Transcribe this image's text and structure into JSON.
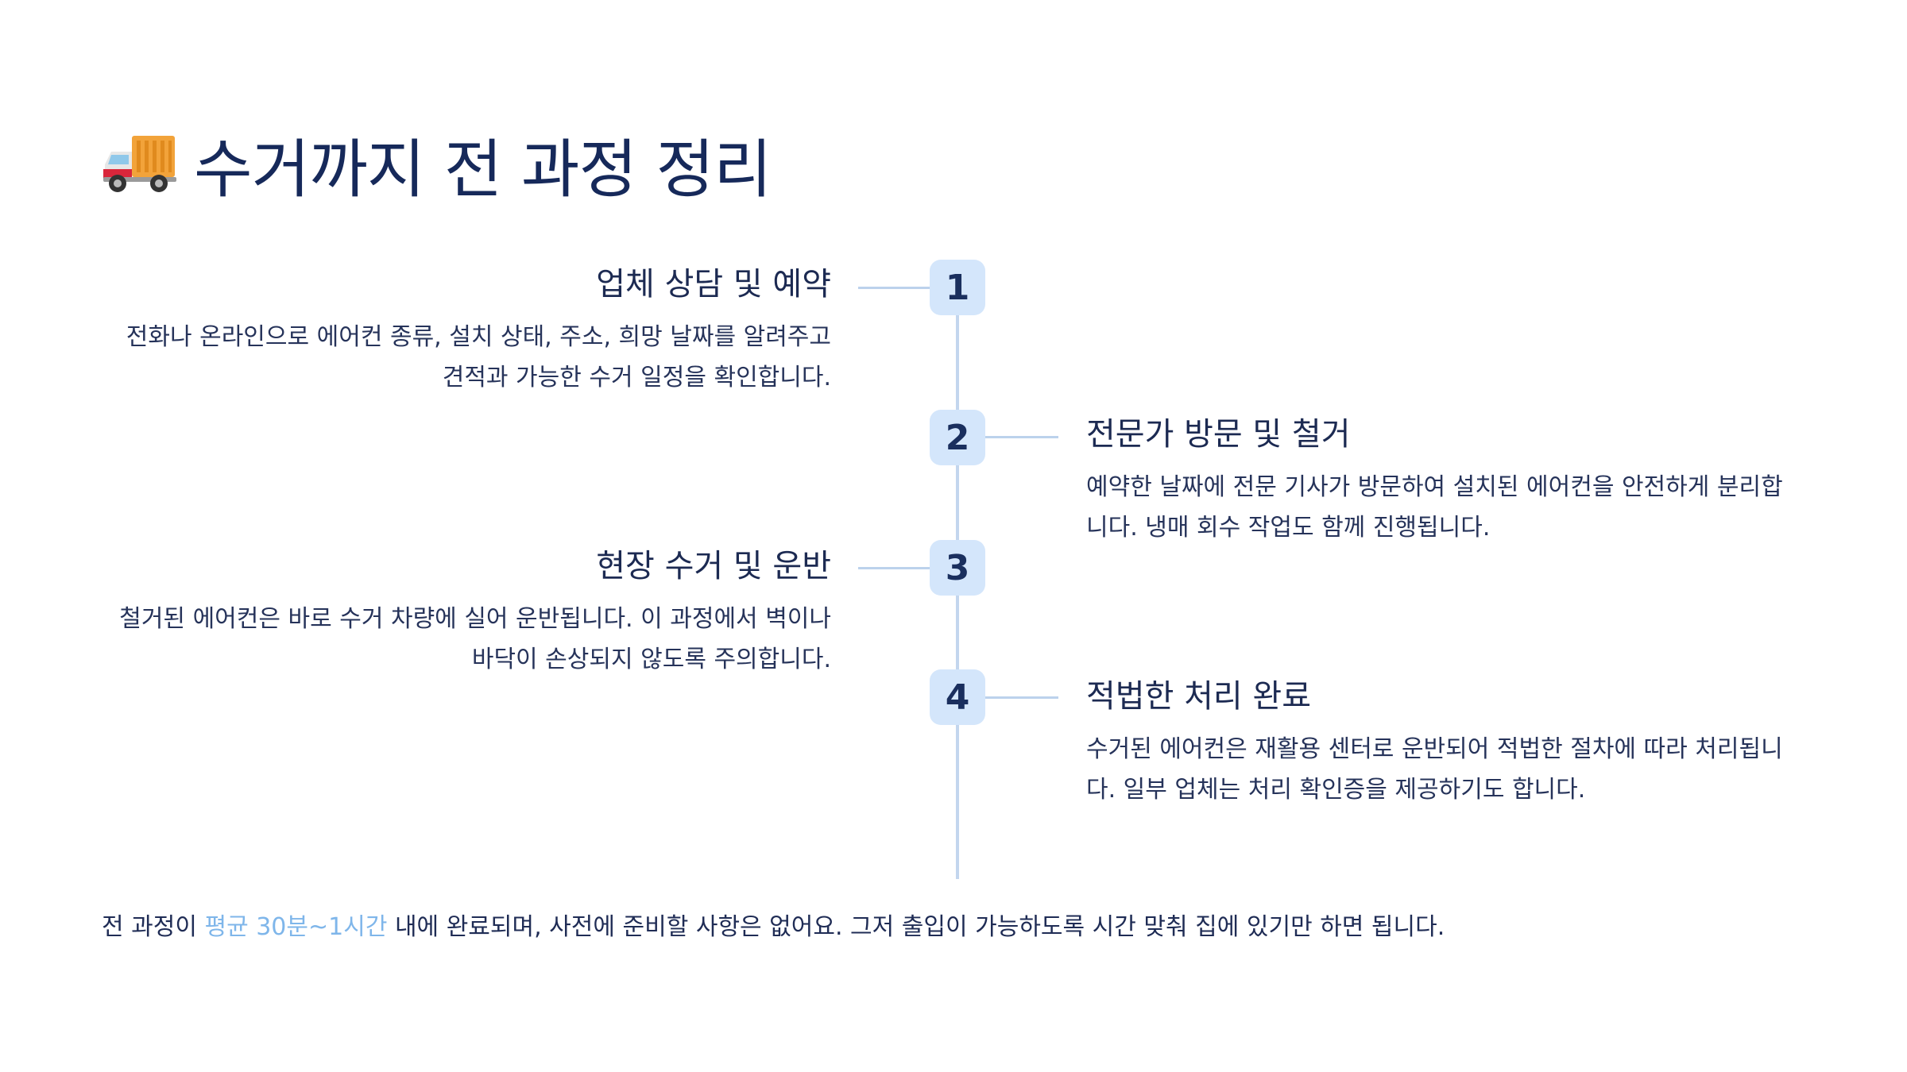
{
  "title": {
    "icon": "delivery-truck-icon",
    "text": "수거까지 전 과정 정리"
  },
  "steps": [
    {
      "number": "1",
      "title": "업체 상담 및 예약",
      "desc_lines": [
        "전화나 온라인으로 에어컨 종류, 설치 상태, 주소, 희망 날짜를 알려주고",
        "견적과 가능한 수거 일정을 확인합니다."
      ]
    },
    {
      "number": "2",
      "title": "전문가 방문 및 철거",
      "desc_lines": [
        "예약한 날짜에 전문 기사가 방문하여 설치된 에어컨을 안전하게 분리합",
        "니다. 냉매 회수 작업도 함께 진행됩니다."
      ]
    },
    {
      "number": "3",
      "title": "현장 수거 및 운반",
      "desc_lines": [
        "철거된 에어컨은 바로 수거 차량에 실어 운반됩니다. 이 과정에서 벽이나",
        "바닥이 손상되지 않도록 주의합니다."
      ]
    },
    {
      "number": "4",
      "title": "적법한 처리 완료",
      "desc_lines": [
        "수거된 에어컨은 재활용 센터로 운반되어 적법한 절차에 따라 처리됩니",
        "다. 일부 업체는 처리 확인증을 제공하기도 합니다."
      ]
    }
  ],
  "footer": {
    "before": "전 과정이 ",
    "highlight": "평균 30분~1시간",
    "after": " 내에 완료되며, 사전에 준비할 사항은 없어요. 그저 출입이 가능하도록 시간 맞춰 집에 있기만 하면 됩니다."
  },
  "colors": {
    "title": "#16295a",
    "badge_bg": "#d4e6fb",
    "line": "#c3d6ee",
    "highlight": "#7fb6ea"
  }
}
